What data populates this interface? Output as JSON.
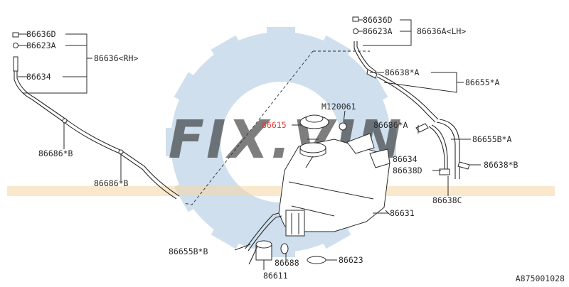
{
  "watermark": {
    "text": "FIX.VIN",
    "gear_color": "#a9c6df",
    "text_color": "#f3c88f"
  },
  "highlight_color": "#e23b3b",
  "diagram_code": "A875001028",
  "labels": {
    "l86636d_rh": "86636D",
    "l86623a_rh": "86623A",
    "l86636_rh": "86636<RH>",
    "l86634_rh": "86634",
    "l86686b_1": "86686*B",
    "l86686b_2": "86686*B",
    "l86636d_lh": "86636D",
    "l86623a_lh": "86623A",
    "l86636a_lh": "86636A<LH>",
    "l86638a_1": "86638*A",
    "l86655a": "86655*A",
    "lm120061": "M120061",
    "l86615": "86615",
    "l86686a": "86686*A",
    "l86655ba": "86655B*A",
    "l86634_lh": "86634",
    "l86638d": "86638D",
    "l86638b": "86638*B",
    "l86638c": "86638C",
    "l86631": "86631",
    "l86655bb": "86655B*B",
    "l86688": "86688",
    "l86623": "86623",
    "l86611": "86611"
  }
}
